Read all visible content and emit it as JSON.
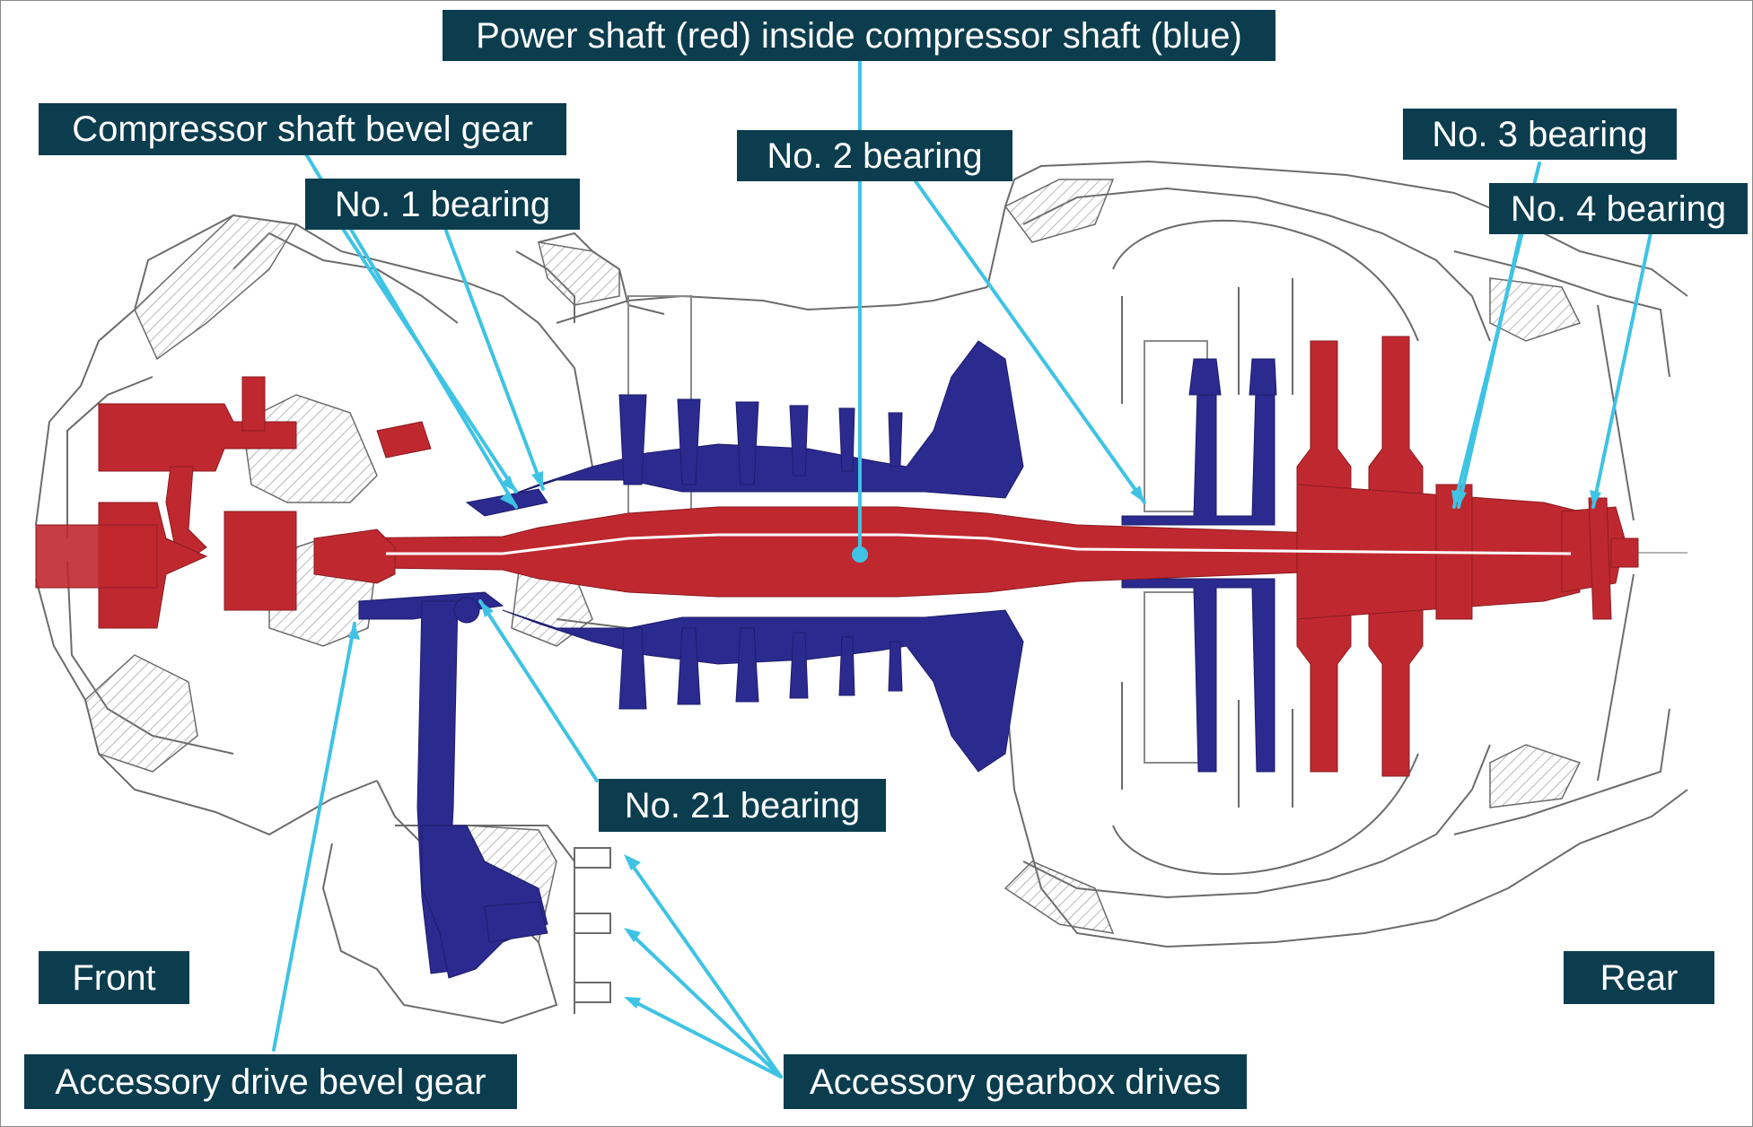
{
  "callouts": {
    "power_shaft": "Power shaft (red) inside compressor shaft (blue)",
    "compressor_bevel_gear": "Compressor shaft bevel gear",
    "bearing_1": "No. 1 bearing",
    "bearing_2": "No. 2 bearing",
    "bearing_3": "No. 3 bearing",
    "bearing_4": "No. 4 bearing",
    "bearing_21": "No. 21 bearing",
    "front": "Front",
    "rear": "Rear",
    "accessory_drive_bevel_gear": "Accessory drive bevel gear",
    "accessory_gearbox_drives": "Accessory gearbox drives"
  },
  "colors": {
    "power_shaft": "#c0282f",
    "compressor_shaft": "#2b2a8f",
    "leader_line": "#3ec3e4",
    "label_background": "#0b3d4f",
    "label_text": "#ffffff",
    "engine_outline": "#6b6b6b"
  }
}
